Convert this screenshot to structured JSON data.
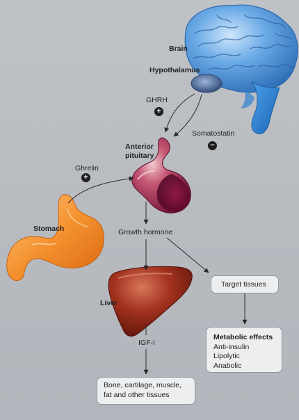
{
  "labels": {
    "brain": "Brain",
    "hypothalamus": "Hypothalamus",
    "ghrh": "GHRH",
    "somatostatin": "Somatostatin",
    "anterior_pituitary_line1": "Anterior",
    "anterior_pituitary_line2": "pituitary",
    "ghrelin": "Ghrelin",
    "stomach": "Stomach",
    "growth_hormone": "Growth hormone",
    "liver": "Liver",
    "igf1": "IGF-I"
  },
  "signs": {
    "ghrh": "+",
    "somatostatin": "−",
    "ghrelin": "+"
  },
  "boxes": {
    "target_tissues": "Target tissues",
    "tissues_line1": "Bone, cartilage, muscle,",
    "tissues_line2": "fat and other tissues",
    "metabolic_title": "Metabolic effects",
    "metabolic_items": [
      "Anti-insulin",
      "Lipolytic",
      "Anabolic"
    ]
  },
  "colors": {
    "background": "#b9bcc1",
    "brain": "#4f95d8",
    "brainstem": "#2f7fd0",
    "hypothalamus": "#3f5f8f",
    "pituitary": "#9a1a45",
    "stomach": "#f08a2a",
    "liver": "#9a2e1c",
    "box_fill": "#eceef0"
  },
  "icons": [
    "brain-illustration",
    "pituitary-illustration",
    "stomach-illustration",
    "liver-illustration"
  ]
}
